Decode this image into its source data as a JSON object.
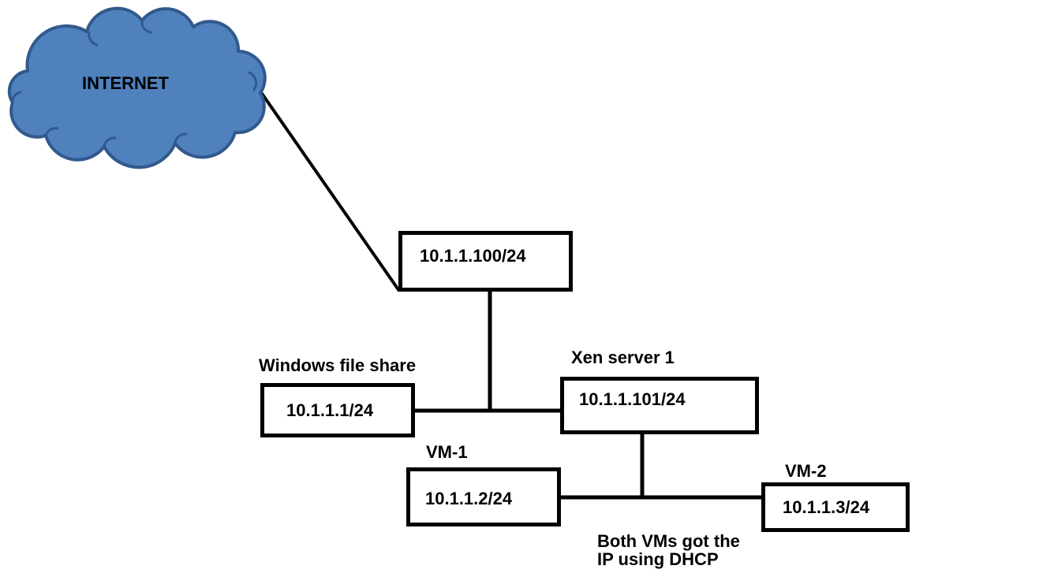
{
  "cloud": {
    "label": "INTERNET"
  },
  "nodes": {
    "gateway": {
      "ip": "10.1.1.100/24"
    },
    "file_share": {
      "label": "Windows file share",
      "ip": "10.1.1.1/24"
    },
    "xen": {
      "label": "Xen server 1",
      "ip": "10.1.1.101/24"
    },
    "vm1": {
      "label": "VM-1",
      "ip": "10.1.1.2/24"
    },
    "vm2": {
      "label": "VM-2",
      "ip": "10.1.1.3/24"
    }
  },
  "note": {
    "line1": "Both VMs got the",
    "line2": "IP using DHCP"
  },
  "colors": {
    "background": "#FFFFFF",
    "cloud_fill": "#4F81BD",
    "cloud_stroke": "#31598C",
    "line": "#000000",
    "box_border": "#000000",
    "box_fill": "#FFFFFF",
    "text": "#000000"
  }
}
